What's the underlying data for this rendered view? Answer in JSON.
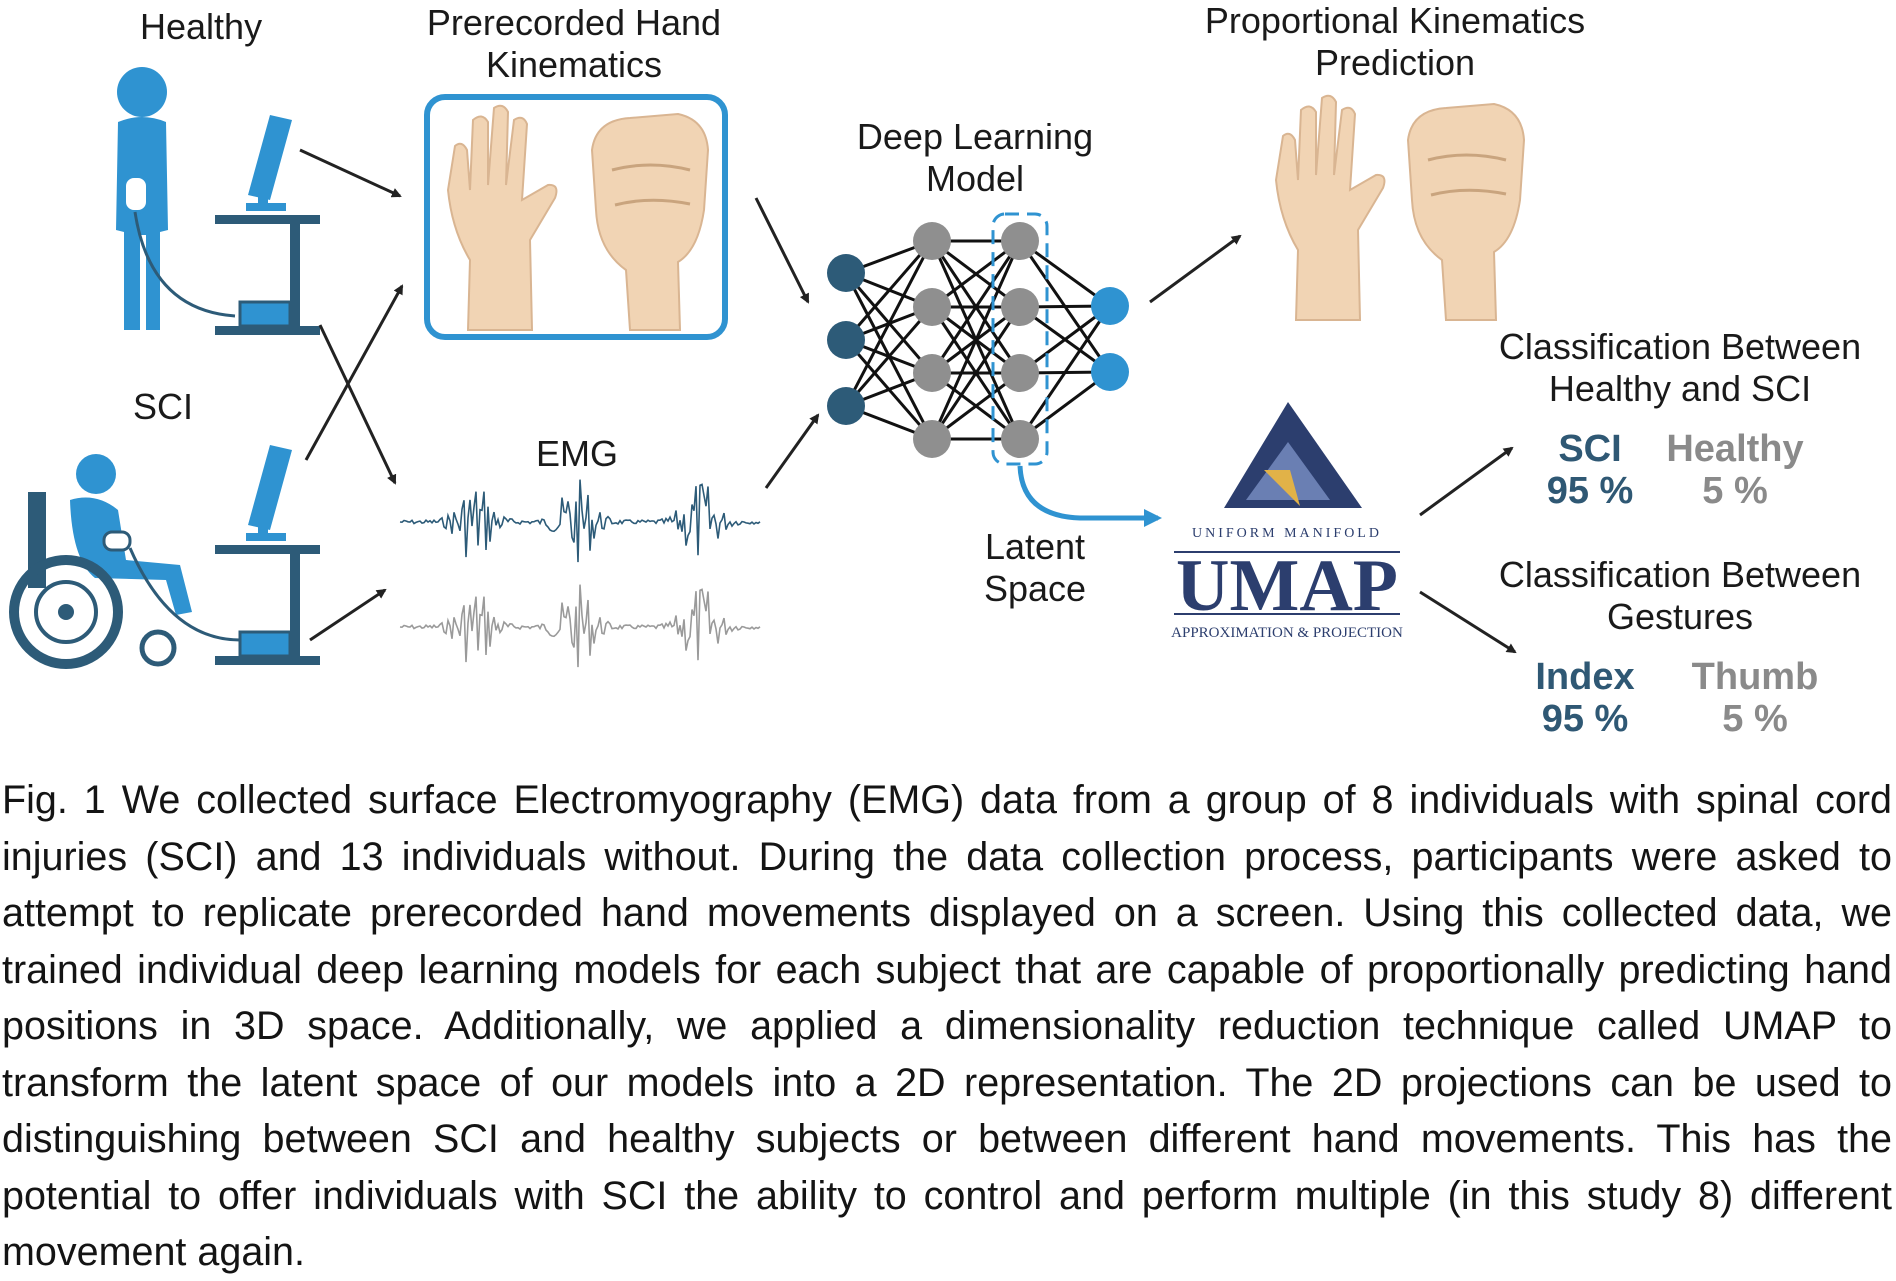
{
  "figure": {
    "labels": {
      "healthy": "Healthy",
      "sci": "SCI",
      "prerecorded_line1": "Prerecorded Hand",
      "prerecorded_line2": "Kinematics",
      "emg": "EMG",
      "deep_learning_line1": "Deep Learning",
      "deep_learning_line2": "Model",
      "latent_line1": "Latent",
      "latent_line2": "Space",
      "proportional_line1": "Proportional Kinematics",
      "proportional_line2": "Prediction",
      "class_sci_line1": "Classification Between",
      "class_sci_line2": "Healthy and SCI",
      "class_gest_line1": "Classification Between",
      "class_gest_line2": "Gestures"
    },
    "umap_logo": {
      "top_text": "UNIFORM MANIFOLD",
      "main_text": "UMAP",
      "bottom_text": "APPROXIMATION & PROJECTION"
    },
    "results": {
      "sci_vs_healthy": [
        {
          "name": "SCI",
          "value": "95 %"
        },
        {
          "name": "Healthy",
          "value": "5 %"
        }
      ],
      "gestures": [
        {
          "name": "Index",
          "value": "95 %"
        },
        {
          "name": "Thumb",
          "value": "5 %"
        }
      ]
    },
    "colors": {
      "figure_blue": "#2f93d1",
      "dark_teal": "#2d5b78",
      "node_gray": "#8f8f8f",
      "skin": "#f1d4b4",
      "emg_gray": "#9a9a9a"
    }
  },
  "caption": {
    "label": "Fig. 1",
    "text": "We collected surface Electromyography (EMG) data from a group of 8 individuals with spinal cord injuries (SCI) and 13 individuals without. During the data collection process, participants were asked to attempt to replicate prerecorded hand movements displayed on a screen. Using this collected data, we trained individual deep learning models for each subject that are capable of proportionally predicting hand positions in 3D space. Additionally, we applied a dimensionality reduction technique called UMAP to transform the latent space of our models into a 2D representation. The 2D projections can be used to distinguishing between SCI and healthy subjects or between different hand movements. This has the potential to offer individuals with SCI the ability to control and perform multiple (in this study 8) different movement again."
  }
}
